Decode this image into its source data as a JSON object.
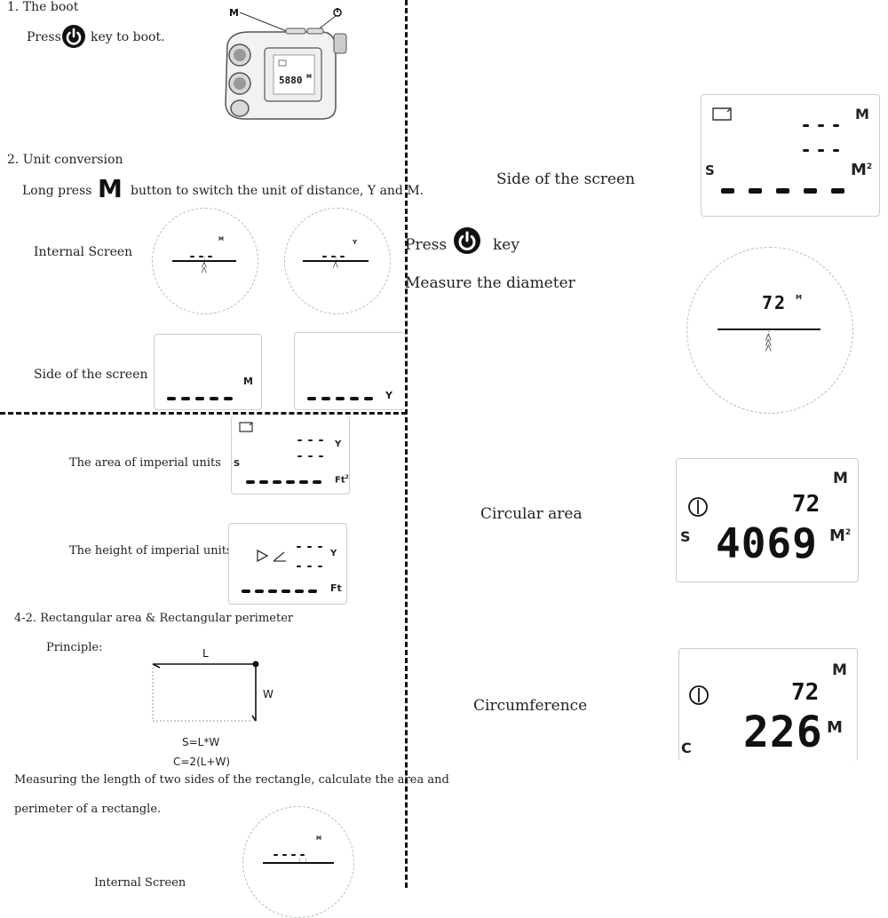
{
  "boot": {
    "title": "1. The boot",
    "press": "Press",
    "key_text": "key to boot.",
    "device_m": "M",
    "device_reading": "5880",
    "device_unit": "M"
  },
  "unit_conversion": {
    "title": "2. Unit conversion",
    "long_press": "Long press",
    "m_key": "M",
    "instruction": "button to switch the unit of distance, Y and M.",
    "internal_screen_label": "Internal Screen",
    "side_screen_label": "Side of the screen",
    "unit_m": "M",
    "unit_y": "Y"
  },
  "imperial": {
    "area_label": "The area of imperial units",
    "height_label": "The height of imperial units",
    "s": "S",
    "y": "Y",
    "ft2": "Ft",
    "ft2_sup": "2",
    "ft": "Ft"
  },
  "rect": {
    "title": "4-2. Rectangular area & Rectangular perimeter",
    "principle": "Principle:",
    "L": "L",
    "W": "W",
    "formula_s": "S=L*W",
    "formula_c": "C=2(L+W)",
    "desc_line1": "Measuring the length of two sides of the rectangle, calculate the area and",
    "desc_line2": "perimeter of a rectangle.",
    "internal_screen_label": "Internal Screen",
    "unit_m": "M"
  },
  "right": {
    "side_screen_label": "Side of the screen",
    "press": "Press",
    "key": "key",
    "measure_diameter": "Measure the diameter",
    "m": "M",
    "m2": "M",
    "m2_sup": "2",
    "s": "S",
    "diameter_value": "72",
    "diameter_unit": "M",
    "circular_area_label": "Circular area",
    "circ_area_value": "4069",
    "circumference_label": "Circumference",
    "circumference_value": "226",
    "c": "C"
  }
}
